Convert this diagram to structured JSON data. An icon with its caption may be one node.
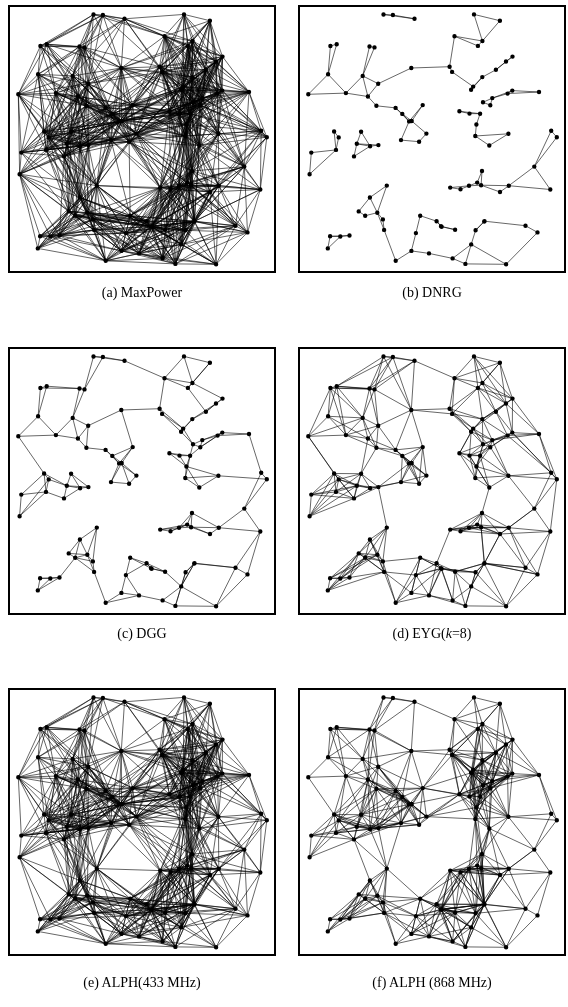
{
  "diagram": {
    "labels": [
      "(a) MaxPower",
      "(b) DNRG",
      "(c) DGG",
      "(d) EYG(*k*=8)",
      "(e) ALPH(433 MHz)",
      "(f) ALPH (868 MHz)"
    ]
  }
}
